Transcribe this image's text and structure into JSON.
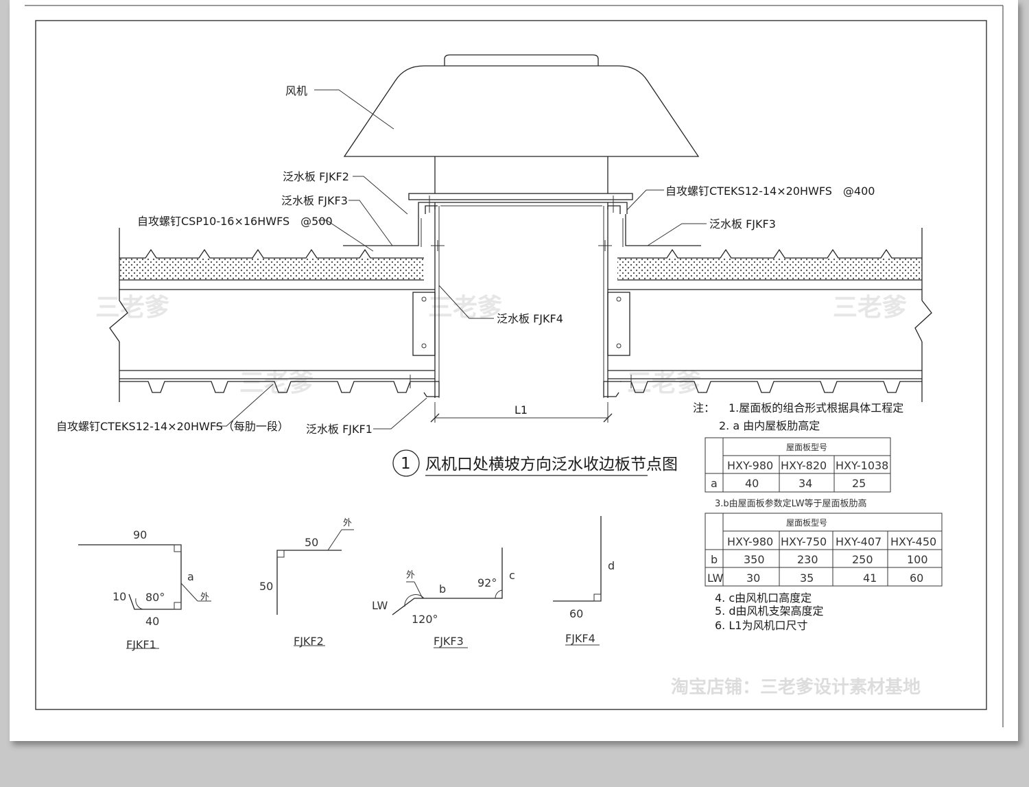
{
  "labels": {
    "fan": "风机",
    "fl_fjkf2_left": "泛水板 FJKF2",
    "fl_fjkf3_left": "泛水板 FJKF3",
    "screw_csp": "自攻螺钉CSP10-16×16HWFS　@500",
    "screw_cteks_top": "自攻螺钉CTEKS12-14×20HWFS　@400",
    "fl_fjkf3_right": "泛水板 FJKF3",
    "fl_fjkf4": "泛水板 FJKF4",
    "screw_cteks_bottom": "自攻螺钉CTEKS12-14×20HWFS（每肋一段）",
    "fl_fjkf1": "泛水板 FJKF1",
    "l1": "L1"
  },
  "title": {
    "number": "1",
    "text": "风机口处横坡方向泛水收边板节点图"
  },
  "notes": {
    "prefix": "注：",
    "n1": "1.屋面板的组合形式根据具体工程定",
    "n2": "2. a 由内屋板肋高定",
    "n3": "3.b由屋面板参数定LW等于屋面板肋高",
    "n4": "4. c由风机口高度定",
    "n5": "5. d由风机支架高度定",
    "n6": "6. L1为风机口尺寸"
  },
  "table1": {
    "header": "屋面板型号",
    "models": [
      "HXY-980",
      "HXY-820",
      "HXY-1038"
    ],
    "rows": [
      {
        "label": "a",
        "values": [
          "40",
          "34",
          "25"
        ]
      }
    ]
  },
  "table2": {
    "header": "屋面板型号",
    "models": [
      "HXY-980",
      "HXY-750",
      "HXY-407",
      "HXY-450"
    ],
    "rows": [
      {
        "label": "b",
        "values": [
          "350",
          "230",
          "250",
          "100"
        ]
      },
      {
        "label": "LW",
        "values": [
          "30",
          "35",
          "41",
          "60"
        ]
      }
    ]
  },
  "profiles": {
    "fjkf1": {
      "name": "FJKF1",
      "d_top": "90",
      "d_side": "a",
      "d_lip": "10",
      "angle": "80°",
      "d_bottom": "40",
      "outside": "外"
    },
    "fjkf2": {
      "name": "FJKF2",
      "d_top": "50",
      "d_side": "50",
      "outside": "外"
    },
    "fjkf3": {
      "name": "FJKF3",
      "d_lw": "LW",
      "d_b": "b",
      "d_c": "c",
      "angle_left": "120°",
      "angle_right": "92°",
      "outside": "外"
    },
    "fjkf4": {
      "name": "FJKF4",
      "d_d": "d",
      "d_bottom": "60"
    }
  },
  "watermark": {
    "text": "三老爹",
    "shop": "淘宝店铺：三老爹设计素材基地"
  }
}
